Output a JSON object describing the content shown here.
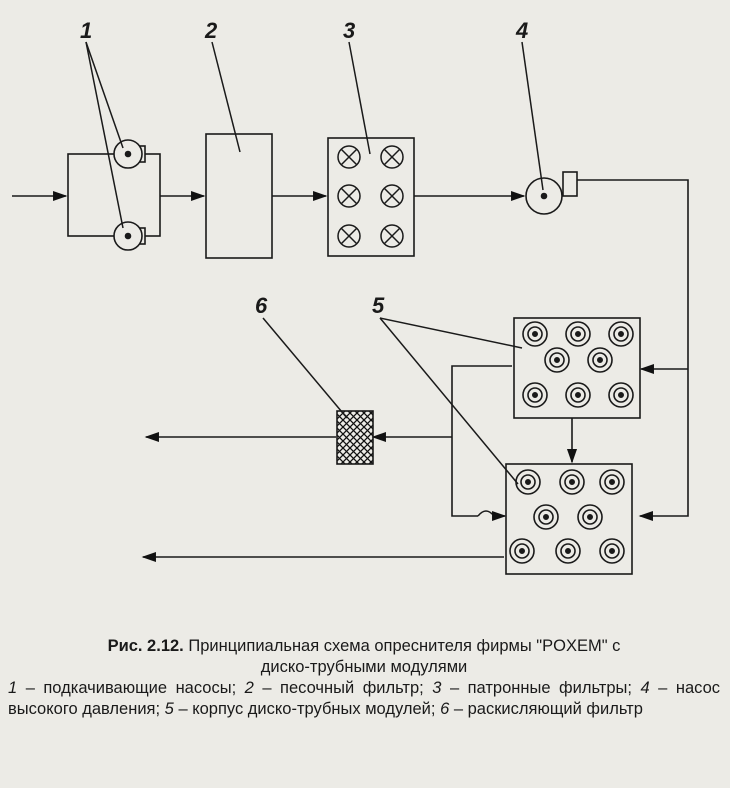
{
  "diagram": {
    "labels": {
      "pumps": "1",
      "sand_filter": "2",
      "cartridge_filters": "3",
      "hp_pump": "4",
      "module_housing": "5",
      "deacidifying_filter": "6"
    }
  },
  "caption": {
    "figure_number": "Рис. 2.12.",
    "title_line1": "Принципиальная схема опреснителя фирмы \"POXEM\" с",
    "title_line2": "диско-трубными модулями",
    "legend": [
      {
        "num": "1",
        "text": " – подкачивающие насосы; "
      },
      {
        "num": "2",
        "text": " – песочный фильтр; "
      },
      {
        "num": "3",
        "text": " – патронные фильтры; "
      },
      {
        "num": "4",
        "text": " – насос высокого давления; "
      },
      {
        "num": "5",
        "text": " – корпус диско-трубных модулей; "
      },
      {
        "num": "6",
        "text": " – раскисляющий фильтр"
      }
    ]
  }
}
